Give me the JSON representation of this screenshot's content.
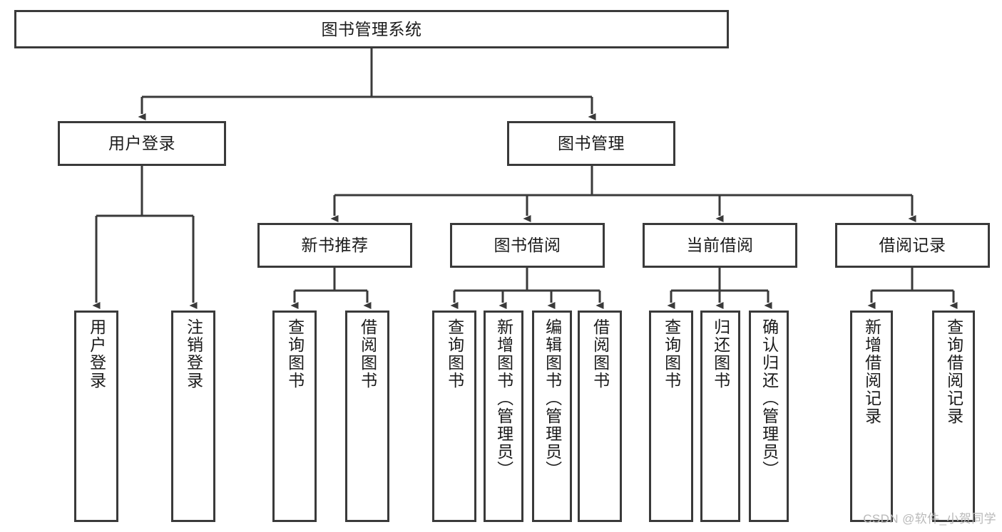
{
  "diagram": {
    "title": "图书管理系统",
    "type": "tree-hierarchy",
    "root": {
      "id": "root",
      "label": "图书管理系统"
    },
    "level2": [
      {
        "id": "user-login",
        "label": "用户登录"
      },
      {
        "id": "book-manage",
        "label": "图书管理"
      }
    ],
    "level3": [
      {
        "id": "new-book-recommend",
        "label": "新书推荐"
      },
      {
        "id": "book-borrow",
        "label": "图书借阅"
      },
      {
        "id": "current-borrow",
        "label": "当前借阅"
      },
      {
        "id": "borrow-record",
        "label": "借阅记录"
      }
    ],
    "leaves": [
      {
        "id": "leaf-user-login",
        "label": "用户登录",
        "parent": "user-login"
      },
      {
        "id": "leaf-user-logout",
        "label": "注销登录",
        "parent": "user-login"
      },
      {
        "id": "leaf-query-book-1",
        "label": "查询图书",
        "parent": "new-book-recommend"
      },
      {
        "id": "leaf-borrow-book-1",
        "label": "借阅图书",
        "parent": "new-book-recommend"
      },
      {
        "id": "leaf-query-book-2",
        "label": "查询图书",
        "parent": "book-borrow"
      },
      {
        "id": "leaf-add-book",
        "label": "新增图书（管理员）",
        "parent": "book-borrow"
      },
      {
        "id": "leaf-edit-book",
        "label": "编辑图书（管理员）",
        "parent": "book-borrow"
      },
      {
        "id": "leaf-borrow-book-2",
        "label": "借阅图书",
        "parent": "book-borrow"
      },
      {
        "id": "leaf-query-book-3",
        "label": "查询图书",
        "parent": "current-borrow"
      },
      {
        "id": "leaf-return-book",
        "label": "归还图书",
        "parent": "current-borrow"
      },
      {
        "id": "leaf-confirm-return",
        "label": "确认归还（管理员）",
        "parent": "current-borrow"
      },
      {
        "id": "leaf-add-record",
        "label": "新增借阅记录",
        "parent": "borrow-record"
      },
      {
        "id": "leaf-query-record",
        "label": "查询借阅记录",
        "parent": "borrow-record"
      }
    ],
    "watermark": "CSDN @软件_小贺同学",
    "colors": {
      "stroke": "#3a3a3a",
      "background": "#ffffff",
      "text": "#1b1b1b",
      "watermark": "#b9b9b9"
    }
  }
}
